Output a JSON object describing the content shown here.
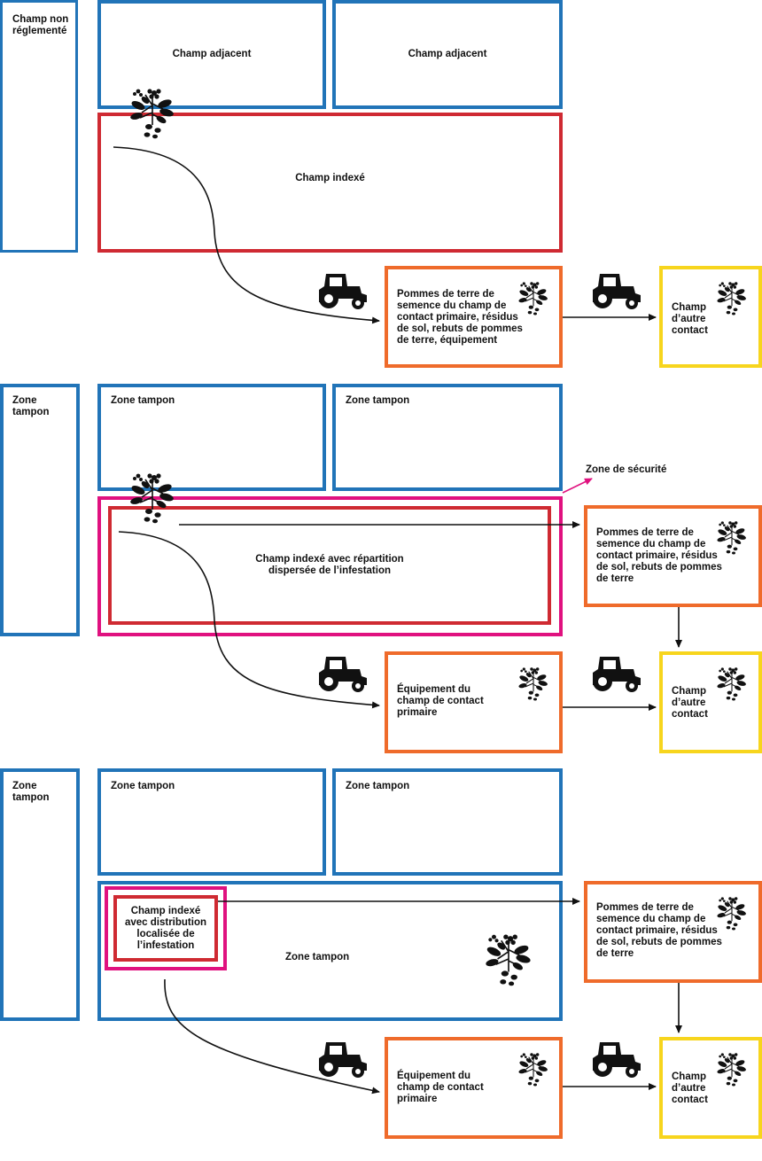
{
  "colors": {
    "blue": "#2174b8",
    "red": "#cf2a32",
    "orange": "#ef6b2b",
    "yellow": "#f7d51d",
    "pink": "#e0117f",
    "ink": "#111111"
  },
  "icons": [
    "potato-plant-icon",
    "tractor-icon"
  ],
  "panel1": {
    "side_label": "Champ non réglementé",
    "adjacent_left": "Champ adjacent",
    "adjacent_right": "Champ adjacent",
    "indexed": "Champ indexé",
    "primary_contact": "Pommes de terre de semence du champ de contact primaire, résidus de sol, rebuts de pommes de terre, équipement",
    "other_contact": "Champ d’autre contact"
  },
  "panel2": {
    "side_label": "Zone tampon",
    "buffer_left": "Zone tampon",
    "buffer_right": "Zone tampon",
    "safety_zone": "Zone de sécurité",
    "indexed": "Champ indexé avec répartition dispersée de l’infestation",
    "primary_seed": "Pommes de terre de semence du champ de contact primaire, résidus de sol, rebuts de pommes de terre",
    "equipment": "Équipement du champ de contact primaire",
    "other_contact": "Champ d’autre contact"
  },
  "panel3": {
    "side_label": "Zone tampon",
    "buffer_left": "Zone tampon",
    "buffer_right": "Zone tampon",
    "indexed": "Champ indexé avec distribution localisée de l’infestation",
    "buffer_main": "Zone tampon",
    "primary_seed": "Pommes de terre de semence du champ de contact primaire, résidus de sol, rebuts de pommes de terre",
    "equipment": "Équipement du champ de contact primaire",
    "other_contact": "Champ d’autre contact"
  }
}
